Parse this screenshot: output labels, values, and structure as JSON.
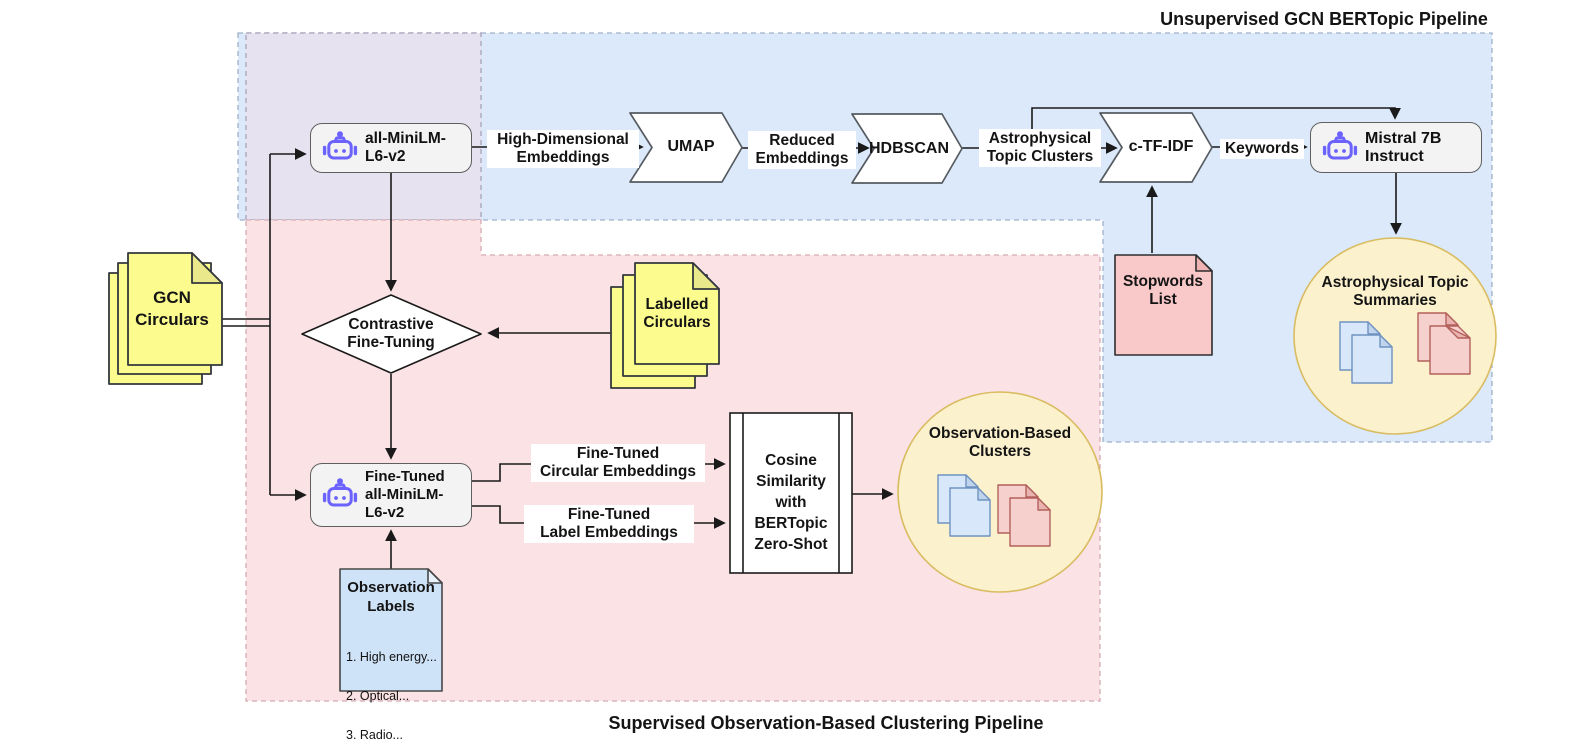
{
  "titles": {
    "unsupervised": "Unsupervised GCN BERTopic Pipeline",
    "supervised": "Supervised Observation-Based Clustering Pipeline"
  },
  "nodes": {
    "gcn_circulars": {
      "label": "GCN\nCirculars"
    },
    "all_minilm": {
      "label": "all-MiniLM-\nL6-v2"
    },
    "high_dimensional_embeddings": {
      "label": "High-Dimensional\nEmbeddings"
    },
    "umap": {
      "label": "UMAP"
    },
    "reduced_embeddings": {
      "label": "Reduced\nEmbeddings"
    },
    "hdbscan": {
      "label": "HDBSCAN"
    },
    "astrophysical_topic_clusters": {
      "label": "Astrophysical\nTopic Clusters"
    },
    "ctfidf": {
      "label": "c-TF-IDF"
    },
    "keywords": {
      "label": "Keywords"
    },
    "mistral": {
      "label": "Mistral 7B\nInstruct"
    },
    "stopwords_list": {
      "label": "Stopwords\nList"
    },
    "astrophysical_topic_summaries": {
      "label": "Astrophysical Topic\nSummaries"
    },
    "labelled_circulars": {
      "label": "Labelled\nCirculars"
    },
    "contrastive_fine_tuning": {
      "label": "Contrastive\nFine-Tuning"
    },
    "fine_tuned_model": {
      "label": "Fine-Tuned\nall-MiniLM-\nL6-v2"
    },
    "fine_tuned_circular_embeddings": {
      "label": "Fine-Tuned\nCircular Embeddings"
    },
    "fine_tuned_label_embeddings": {
      "label": "Fine-Tuned\nLabel Embeddings"
    },
    "cosine_similarity": {
      "label": "Cosine\nSimilarity\nwith\nBERTopic\nZero-Shot"
    },
    "observation_based_clusters": {
      "label": "Observation-Based\nClusters"
    },
    "observation_labels": {
      "title": "Observation\nLabels",
      "items": [
        "1. High energy...",
        "2. Optical...",
        "3. Radio..."
      ]
    }
  },
  "colors": {
    "unsupervised_region": "#dbe9fb",
    "supervised_region": "#fbe2e5",
    "overlap_region": "#e6e2ef",
    "robot_icon_purple": "#6c63ff",
    "document_yellow": "#fbfb8e",
    "stopwords_note_red": "#f9c8c8",
    "observation_note_blue": "#cfe3f8",
    "cluster_circle_yellow": "#fcf1cd",
    "doc_blue": "#d8e8fa",
    "doc_red": "#f6d0cd",
    "connector_black": "#1a1a1a"
  }
}
